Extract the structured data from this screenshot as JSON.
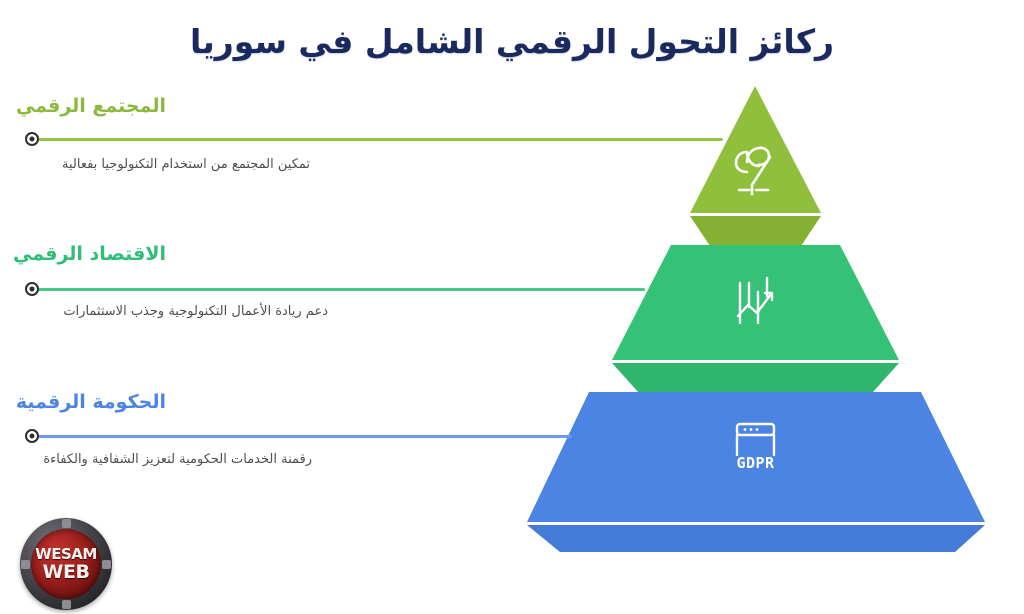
{
  "page": {
    "title": "ركائز التحول الرقمي الشامل في سوريا",
    "background_color": "#ffffff",
    "title_color": "#1b2a5e"
  },
  "tiers": [
    {
      "id": "digital-society",
      "label": "المجتمع الرقمي",
      "description": "تمكين المجتمع من استخدام التكنولوجيا بفعالية",
      "color": "#90bf3c",
      "shade_color": "#84b133",
      "label_color": "#8cb83e",
      "icon": "sprout-icon",
      "icon_label": "",
      "shape": "triangle",
      "level": 1
    },
    {
      "id": "digital-economy",
      "label": "الاقتصاد الرقمي",
      "description": "دعم ريادة الأعمال التكنولوجية وجذب الاستثمارات",
      "color": "#35c276",
      "shade_color": "#2fb56c",
      "label_color": "#2fbd78",
      "icon": "growth-chart-icon",
      "icon_label": "",
      "shape": "trapezoid",
      "level": 2
    },
    {
      "id": "digital-government",
      "label": "الحكومة الرقمية",
      "description": "رقمنة الخدمات الحكومية لتعزيز الشفافية والكفاءة",
      "color": "#4b84e3",
      "shade_color": "#447bd8",
      "label_color": "#4b84e3",
      "icon": "gdpr-browser-icon",
      "icon_label": "GDPR",
      "shape": "trapezoid",
      "level": 3
    }
  ],
  "logo": {
    "line1": "WESAM",
    "line2": "WEB",
    "ring_color": "#3a3a40",
    "badge_color": "#9c1f1c"
  }
}
